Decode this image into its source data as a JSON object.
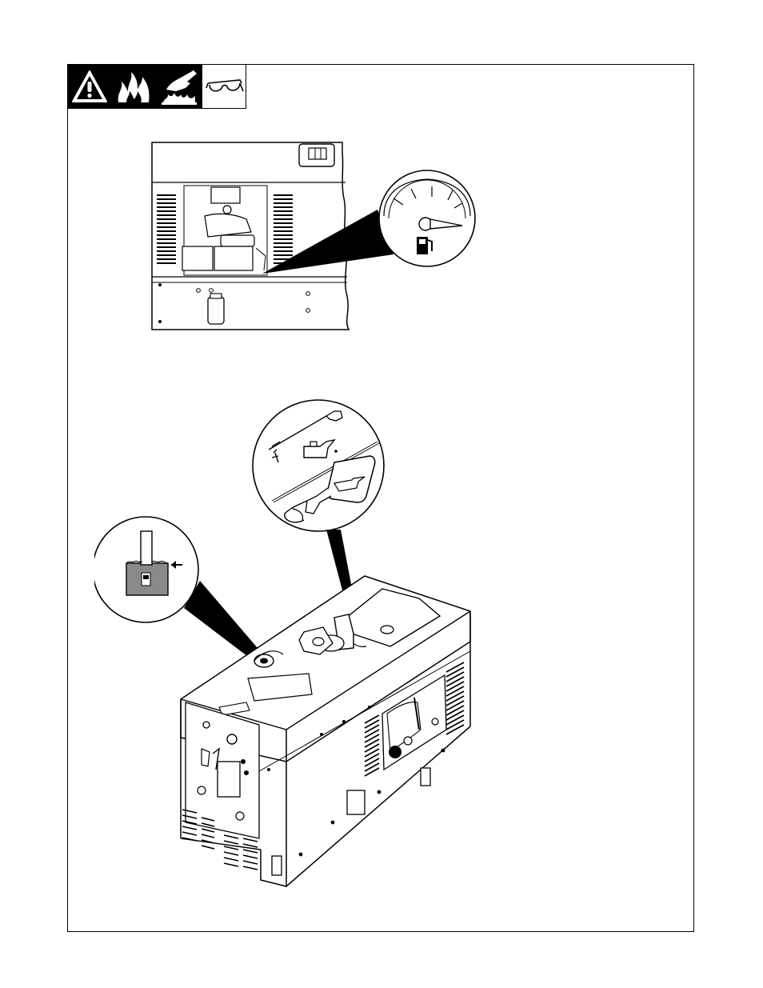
{
  "hazard_symbols": [
    {
      "icon": "general-warning-icon",
      "style": "black"
    },
    {
      "icon": "fire-hazard-icon",
      "style": "black"
    },
    {
      "icon": "hot-surface-hazard-icon",
      "style": "black"
    },
    {
      "icon": "safety-glasses-icon",
      "style": "white"
    }
  ],
  "figures": [
    {
      "name": "fuel-gauge-panel-illustration"
    },
    {
      "name": "oil-check-welder-generator-illustration"
    }
  ],
  "colors": {
    "ink": "#000000",
    "paper": "#ffffff",
    "fill_gray": "#8a8a8a"
  }
}
